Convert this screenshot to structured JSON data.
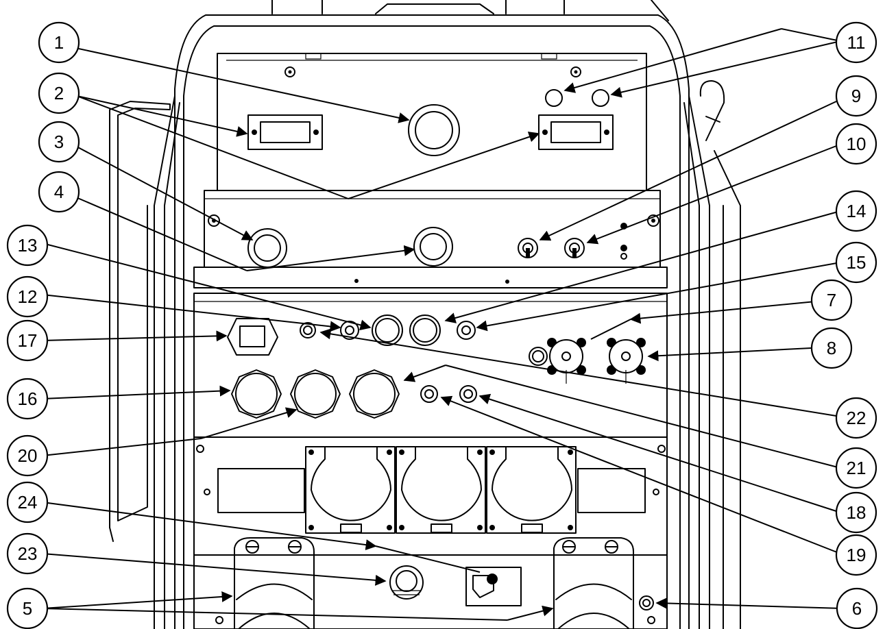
{
  "diagram": {
    "accent_color": "#000000",
    "callouts": [
      {
        "id": "c1",
        "label": "1"
      },
      {
        "id": "c2",
        "label": "2"
      },
      {
        "id": "c3",
        "label": "3"
      },
      {
        "id": "c4",
        "label": "4"
      },
      {
        "id": "c5",
        "label": "5"
      },
      {
        "id": "c6",
        "label": "6"
      },
      {
        "id": "c7",
        "label": "7"
      },
      {
        "id": "c8",
        "label": "8"
      },
      {
        "id": "c9",
        "label": "9"
      },
      {
        "id": "c10",
        "label": "10"
      },
      {
        "id": "c11",
        "label": "11"
      },
      {
        "id": "c12",
        "label": "12"
      },
      {
        "id": "c13",
        "label": "13"
      },
      {
        "id": "c14",
        "label": "14"
      },
      {
        "id": "c15",
        "label": "15"
      },
      {
        "id": "c16",
        "label": "16"
      },
      {
        "id": "c17",
        "label": "17"
      },
      {
        "id": "c18",
        "label": "18"
      },
      {
        "id": "c19",
        "label": "19"
      },
      {
        "id": "c20",
        "label": "20"
      },
      {
        "id": "c21",
        "label": "21"
      },
      {
        "id": "c22",
        "label": "22"
      },
      {
        "id": "c23",
        "label": "23"
      },
      {
        "id": "c24",
        "label": "24"
      }
    ]
  }
}
